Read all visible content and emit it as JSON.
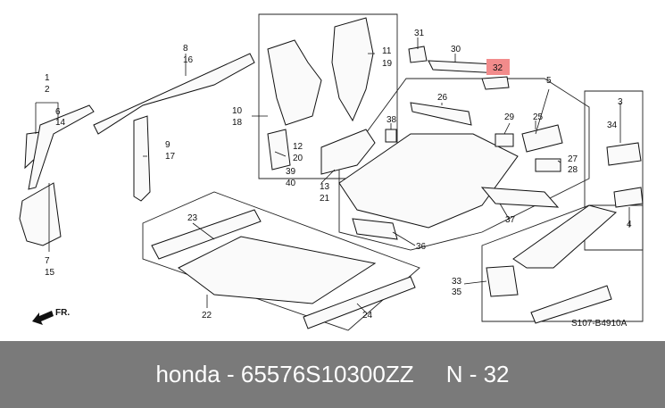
{
  "diagram": {
    "callouts": [
      "1",
      "2",
      "6",
      "14",
      "7",
      "15",
      "8",
      "16",
      "9",
      "17",
      "10",
      "18",
      "11",
      "19",
      "12",
      "20",
      "39",
      "40",
      "13",
      "21",
      "38",
      "31",
      "30",
      "32",
      "5",
      "26",
      "29",
      "25",
      "27",
      "28",
      "3",
      "34",
      "4",
      "23",
      "22",
      "24",
      "36",
      "37",
      "33",
      "35"
    ],
    "highlighted_callout": "32",
    "highlight_color": "#f28b8b",
    "direction_label": "FR.",
    "drawing_code": "S107-B4910A"
  },
  "footer": {
    "brand": "honda",
    "separator1": " - ",
    "part_number": "65576S10300ZZ",
    "gap": "     ",
    "position": "N - 32"
  }
}
